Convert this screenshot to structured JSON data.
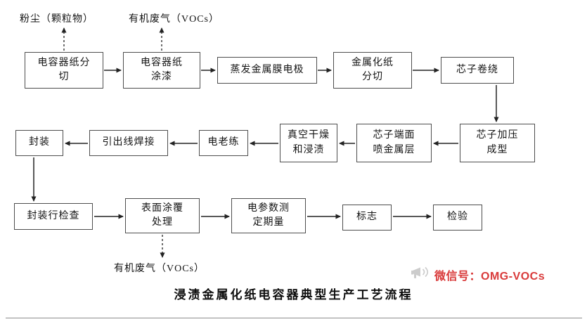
{
  "diagram": {
    "title": "浸渍金属化纸电容器典型生产工艺流程",
    "nodes": {
      "paper_slitting": "电容器纸分\n切",
      "paper_coating": "电容器纸\n涂漆",
      "evaporate_electrode": "蒸发金属膜电极",
      "metallized_slitting": "金属化纸\n分切",
      "core_winding": "芯子卷绕",
      "core_pressing": "芯子加压\n成型",
      "end_metal_spray": "芯子端面\n喷金属层",
      "vacuum_dry_impregnate": "真空干燥\n和浸渍",
      "electrical_aging": "电老练",
      "lead_welding": "引出线焊接",
      "encapsulation": "封装",
      "encapsulation_check": "封装行检查",
      "surface_coating": "表面涂覆\n处理",
      "param_measurement": "电参数测\n定期量",
      "marking": "标志",
      "inspection": "检验"
    },
    "emissions": {
      "dust": "粉尘（颗粒物）",
      "voc_top": "有机废气（VOCs）",
      "voc_bottom": "有机废气（VOCs）"
    }
  },
  "watermark": {
    "label": "微信号：OMG-VOCs",
    "color": "#d93a3a",
    "icon_color": "#cccccc"
  }
}
